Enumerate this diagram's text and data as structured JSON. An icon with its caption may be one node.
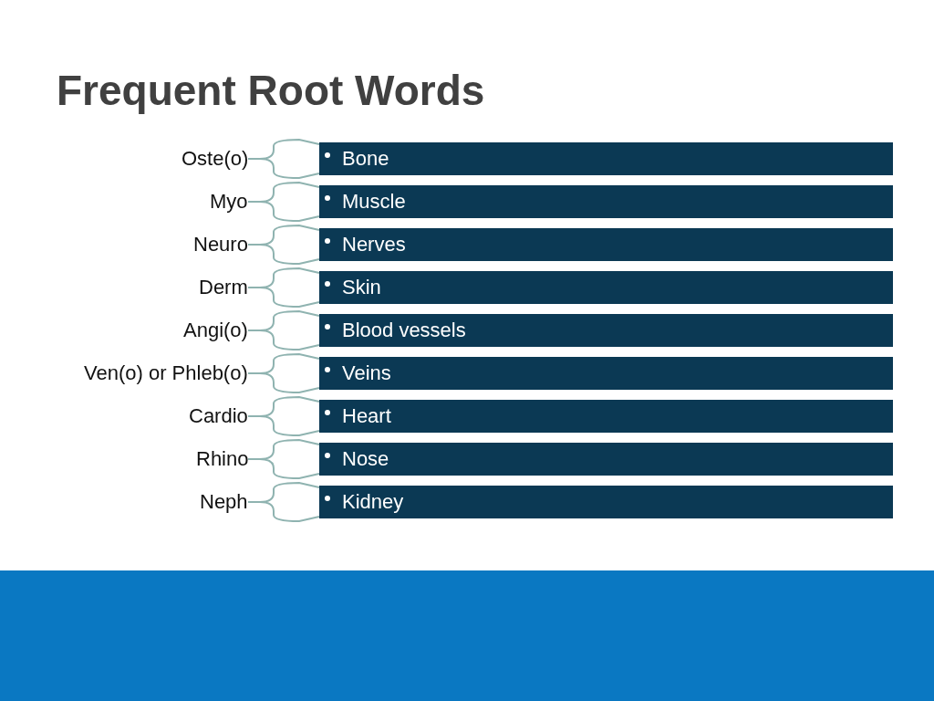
{
  "diagram": {
    "title": "Frequent Root Words",
    "nodes": [
      {
        "text": [
          "Oste(o)"
        ]
      },
      {
        "text": [
          "Bone"
        ]
      },
      {
        "text": [
          "Myo"
        ]
      },
      {
        "text": [
          "Muscle"
        ]
      },
      {
        "text": [
          "Neuro"
        ]
      },
      {
        "text": [
          "Nerves"
        ]
      },
      {
        "text": [
          "Derm"
        ]
      },
      {
        "text": [
          "Skin"
        ]
      },
      {
        "text": [
          "Angi(o)"
        ]
      },
      {
        "text": [
          "Blood vessels"
        ]
      },
      {
        "text": [
          "Ven(o) or Phleb(o)"
        ]
      },
      {
        "text": [
          "Veins"
        ]
      },
      {
        "text": [
          "Cardio"
        ]
      },
      {
        "text": [
          "Heart"
        ]
      },
      {
        "text": [
          "Rhino"
        ]
      },
      {
        "text": [
          "Nose"
        ]
      },
      {
        "text": [
          "Neph"
        ]
      },
      {
        "text": [
          "Kidney"
        ]
      }
    ],
    "edges": [
      {
        "from": 0,
        "to": 1,
        "arrow": "none"
      },
      {
        "from": 2,
        "to": 3,
        "arrow": "none"
      },
      {
        "from": 4,
        "to": 5,
        "arrow": "none"
      },
      {
        "from": 6,
        "to": 7,
        "arrow": "none"
      },
      {
        "from": 8,
        "to": 9,
        "arrow": "none"
      },
      {
        "from": 10,
        "to": 11,
        "arrow": "none"
      },
      {
        "from": 12,
        "to": 13,
        "arrow": "none"
      },
      {
        "from": 14,
        "to": 15,
        "arrow": "none"
      },
      {
        "from": 16,
        "to": 17,
        "arrow": "none"
      }
    ]
  }
}
